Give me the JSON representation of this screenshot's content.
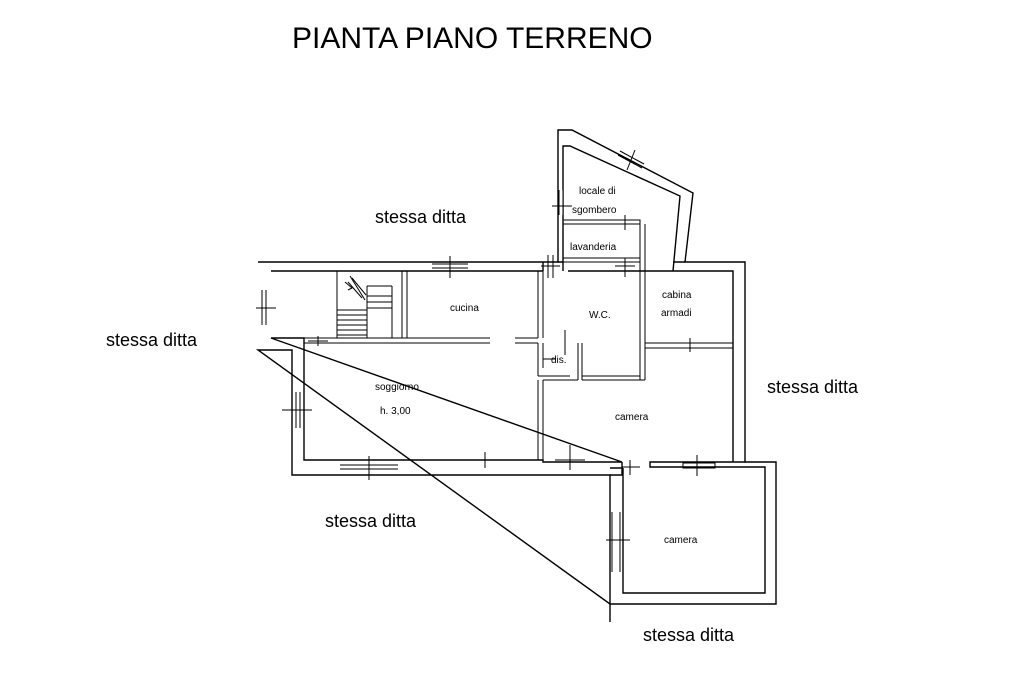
{
  "title": "PIANTA PIANO TERRENO",
  "surroundings": {
    "top": "stessa ditta",
    "left": "stessa ditta",
    "right": "stessa ditta",
    "bottom_left": "stessa ditta",
    "bottom_right": "stessa ditta"
  },
  "rooms": {
    "locale_line1": "locale di",
    "locale_line2": "sgombero",
    "lavanderia": "lavanderia",
    "cucina": "cucina",
    "wc": "W.C.",
    "cabina_line1": "cabina",
    "cabina_line2": "armadi",
    "dis": "dis.",
    "soggiorno": "soggiorno",
    "height": "h. 3,00",
    "camera1": "camera",
    "camera2": "camera"
  }
}
